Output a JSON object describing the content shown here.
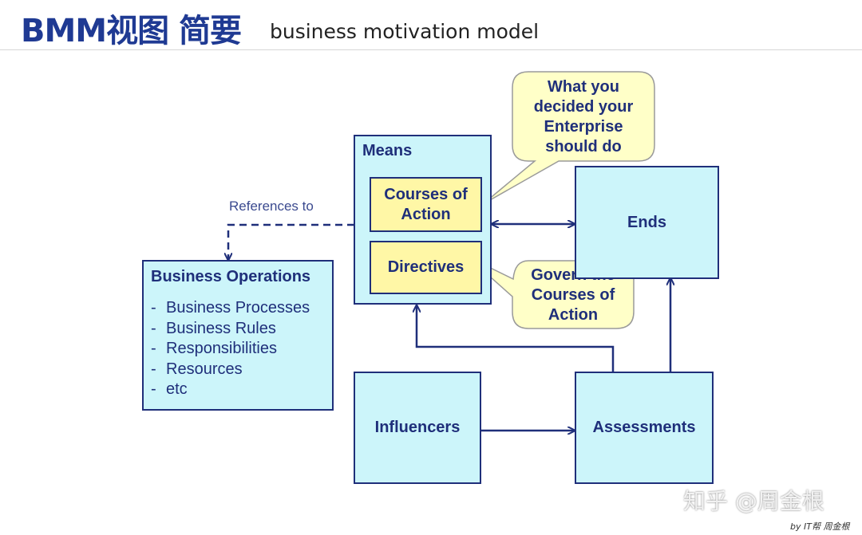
{
  "header": {
    "title": "BMM视图 简要",
    "subtitle": "business motivation model"
  },
  "diagram": {
    "means": {
      "label": "Means",
      "courses_of_action": "Courses of Action",
      "directives": "Directives"
    },
    "ends": "Ends",
    "influencers": "Influencers",
    "assessments": "Assessments",
    "business_operations": {
      "title": "Business Operations",
      "items": [
        "Business Processes",
        "Business Rules",
        "Responsibilities",
        "Resources",
        "etc"
      ]
    },
    "references_label": "References to",
    "callouts": {
      "enterprise": "What you decided your Enterprise should do",
      "govern": "Govern the Courses of Action"
    },
    "colors": {
      "box_fill": "#ccf5fa",
      "inner_fill": "#fff7a6",
      "callout_fill": "#ffffc8",
      "stroke": "#1f2f7a",
      "title": "#1f3a93"
    }
  },
  "watermark": "知乎 @周金根",
  "credit": "by IT帮 周金根"
}
